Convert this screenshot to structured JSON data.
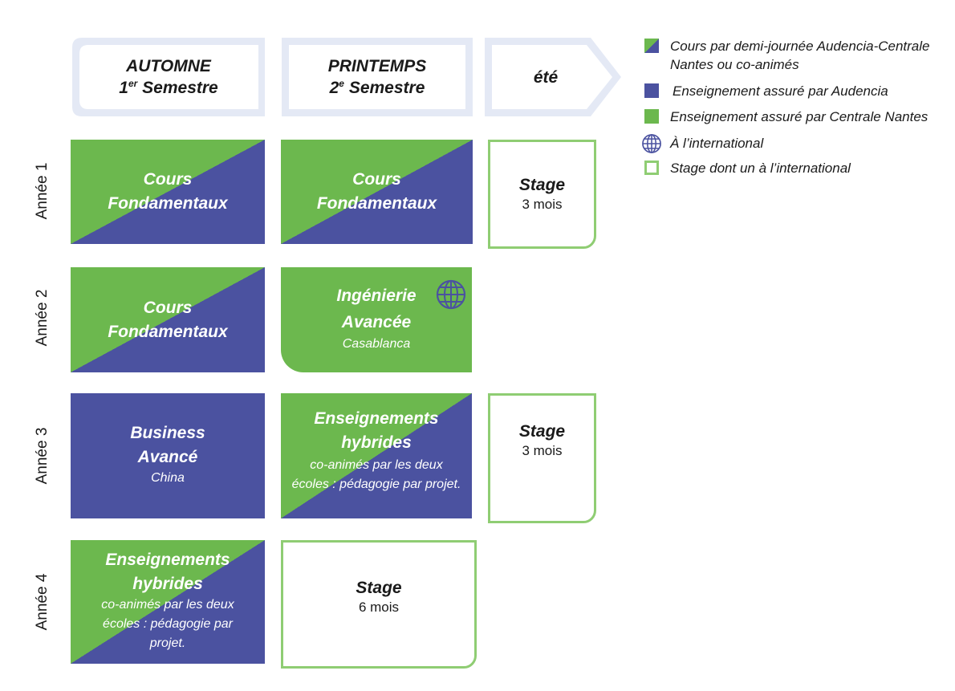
{
  "colors": {
    "green": "#6cb84e",
    "blue": "#4b52a0",
    "stage_border": "#8fcd73",
    "chevron": "#e4e9f5"
  },
  "header": {
    "autumn_title": "AUTOMNE",
    "autumn_sem_num": "1",
    "autumn_sem_sup": "er",
    "autumn_sem_word": "Semestre",
    "spring_title": "PRINTEMPS",
    "spring_sem_num": "2",
    "spring_sem_sup": "e",
    "spring_sem_word": "Semestre",
    "summer_title": "été"
  },
  "years": [
    "Année 1",
    "Année 2",
    "Année 3",
    "Année 4"
  ],
  "cells": {
    "y1_autumn": {
      "title1": "Cours",
      "title2": "Fondamentaux"
    },
    "y1_spring": {
      "title1": "Cours",
      "title2": "Fondamentaux"
    },
    "y1_summer": {
      "title": "Stage",
      "duration": "3 mois"
    },
    "y2_autumn": {
      "title1": "Cours",
      "title2": "Fondamentaux"
    },
    "y2_spring": {
      "title1": "Ingénierie",
      "title2": "Avancée",
      "location": "Casablanca",
      "icon": "globe-icon"
    },
    "y3_autumn": {
      "title1": "Business",
      "title2": "Avancé",
      "location": "China"
    },
    "y3_spring": {
      "title1": "Enseignements",
      "title2": "hybrides",
      "desc1": "co-animés par les deux",
      "desc2": "écoles : pédagogie par projet."
    },
    "y3_summer": {
      "title": "Stage",
      "duration": "3 mois"
    },
    "y4_autumn": {
      "title1": "Enseignements",
      "title2": "hybrides",
      "desc1": "co-animés par les deux",
      "desc2": "écoles : pédagogie par",
      "desc3": "projet."
    },
    "y4_spring": {
      "title": "Stage",
      "duration": "6 mois"
    }
  },
  "legend": {
    "items": [
      {
        "text1": "Cours par demi-journée Audencia-Centrale",
        "text2": "Nantes ou co-animés"
      },
      {
        "text1": "Enseignement assuré par Audencia"
      },
      {
        "text1": "Enseignement assuré par Centrale Nantes"
      },
      {
        "text1": "À l’international",
        "icon": "globe-icon"
      },
      {
        "text1": "Stage dont un à l’international"
      }
    ]
  }
}
